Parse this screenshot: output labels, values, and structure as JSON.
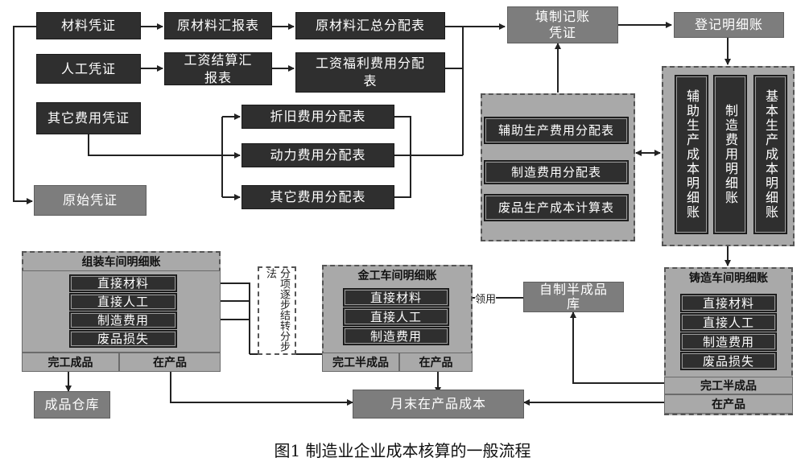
{
  "caption": "图1  制造业企业成本核算的一般流程",
  "row1": {
    "material_voucher": "材料凭证",
    "material_report": "原材料汇报表",
    "material_summary": "原材料汇总分配表"
  },
  "row2": {
    "labor_voucher": "人工凭证",
    "wage_report": "工资结算汇报表",
    "welfare_alloc": "工资福利费用分配表"
  },
  "row3": {
    "other_voucher": "其它费用凭证",
    "depreciation": "折旧费用分配表",
    "power": "动力费用分配表",
    "other_alloc": "其它费用分配表"
  },
  "original_voucher": "原始凭证",
  "fill_voucher": "填制记账凭证",
  "post_ledger": "登记明细账",
  "allocation_panel": {
    "aux": "辅助生产费用分配表",
    "mfg": "制造费用分配表",
    "scrap": "废品生产成本计算表"
  },
  "ledger_panel": {
    "aux": "辅助生产成本明细账",
    "mfg": "制造费用明细账",
    "basic": "基本生产成本明细账"
  },
  "casting_shop": {
    "title": "铸造车间明细账",
    "items": [
      "直接材料",
      "直接人工",
      "制造费用",
      "废品损失"
    ],
    "semi": "完工半成品",
    "wip": "在产品"
  },
  "semi_store": "自制半成品库",
  "draw_label": "领用",
  "machining_shop": {
    "title": "金工车间明细账",
    "items": [
      "直接材料",
      "直接人工",
      "制造费用"
    ],
    "semi": "完工半成品",
    "wip": "在产品"
  },
  "method_note": "分项逐步结转分步法",
  "assembly_shop": {
    "title": "组装车间明细账",
    "items": [
      "直接材料",
      "直接人工",
      "制造费用",
      "废品损失"
    ],
    "finished": "完工成品",
    "wip": "在产品"
  },
  "finished_store": "成品仓库",
  "month_end_wip": "月末在产品成本"
}
